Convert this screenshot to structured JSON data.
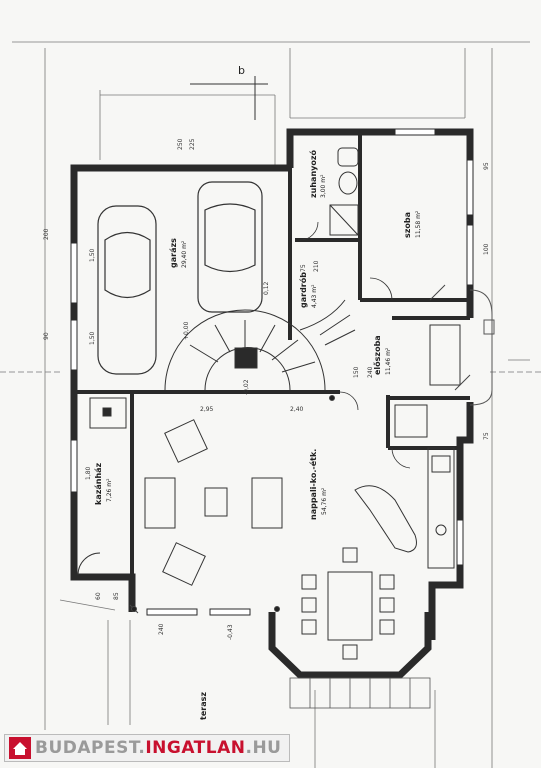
{
  "rooms": {
    "garage": {
      "name": "garázs",
      "area": "29,40 m²"
    },
    "shower": {
      "name": "zuhanyozó",
      "area": "3,00 m²"
    },
    "wardrobe": {
      "name": "gardrób",
      "area": "4,43 m²"
    },
    "room": {
      "name": "szoba",
      "area": "11,58 m²"
    },
    "hall": {
      "name": "előszoba",
      "area": "11,46 m²"
    },
    "living": {
      "name": "nappali-ko.-étk.",
      "area": "54,76 m²"
    },
    "boiler": {
      "name": "kazánház",
      "area": "7,26 m²"
    },
    "terrace": {
      "name": "terasz"
    }
  },
  "dimensions": {
    "d1": "2,95",
    "d2": "2,40",
    "d3": "2,10",
    "d4": "1,80",
    "d5": "250",
    "d6": "225",
    "d7": "210",
    "d8": "75",
    "d9": "240",
    "d10": "150",
    "d11": "1,50",
    "d12": "1,80",
    "d13": "240",
    "d14": "100",
    "d15": "-0,43",
    "d16": "0,12",
    "d17": "-0,02",
    "d18": "+0,00",
    "d19": "200",
    "d20": "75",
    "d21": "85",
    "d22": "90",
    "d23": "60",
    "d24": "95"
  },
  "section_mark": "b",
  "watermark": {
    "part1": "BUDAPEST.",
    "part2": "INGATLAN",
    "part3": ".HU",
    "logo_colors": {
      "house": "#c8102e",
      "text": "#9a9a9a"
    }
  }
}
